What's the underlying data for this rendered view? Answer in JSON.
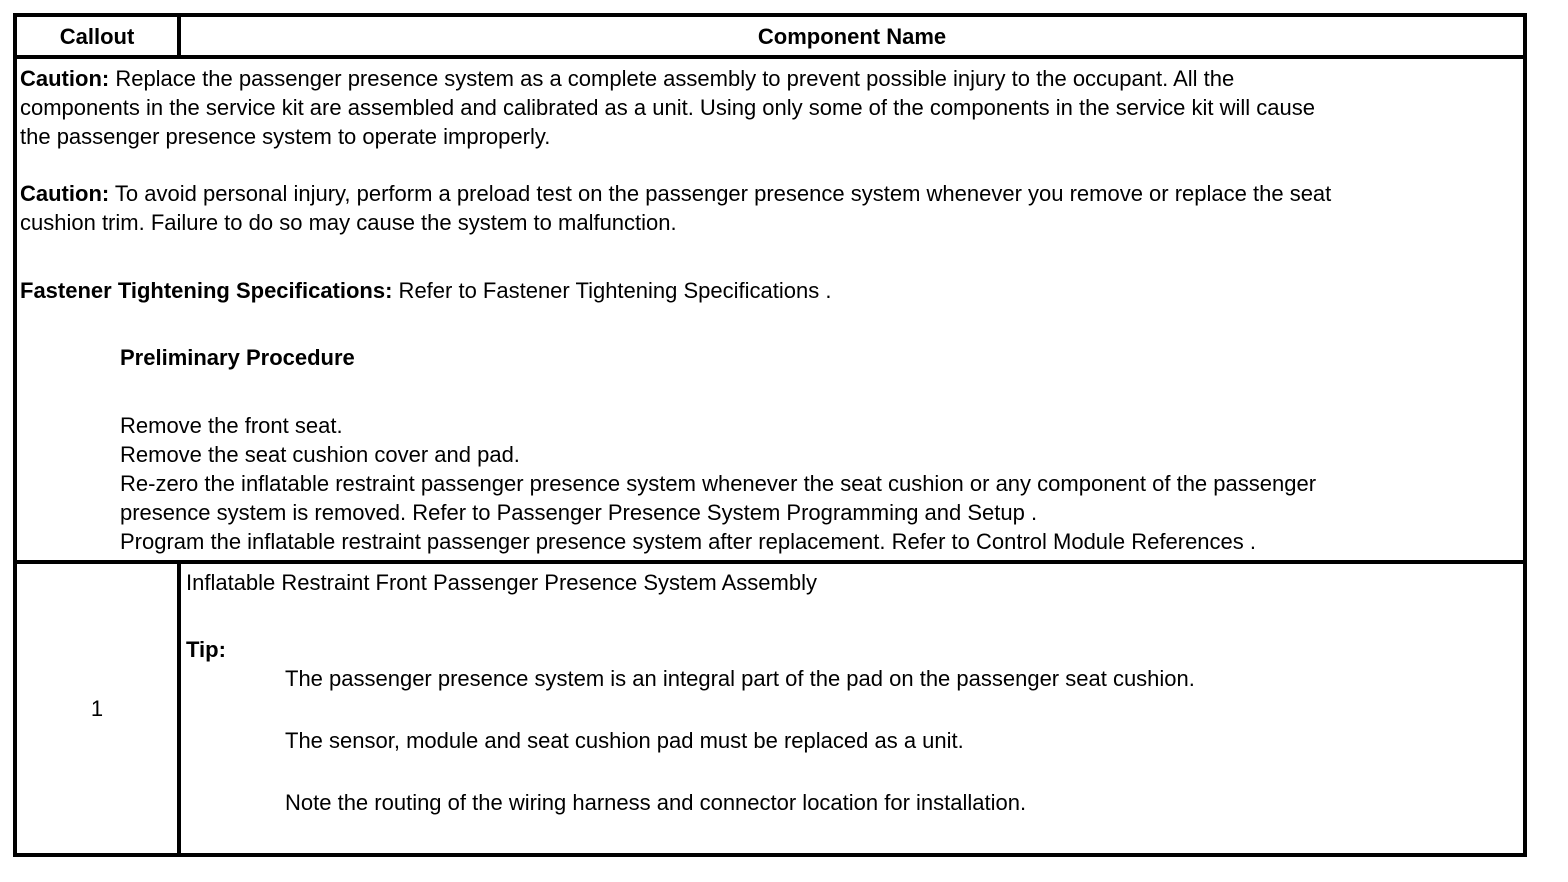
{
  "table": {
    "headers": {
      "callout": "Callout",
      "component_name": "Component Name"
    },
    "general_notes": {
      "caution1_label": "Caution:",
      "caution1_lines": [
        " Replace the passenger presence system as a complete assembly to prevent possible injury to the occupant. All the",
        "components in the service kit are assembled and calibrated as a unit. Using only some of the components in the service kit will cause",
        "the passenger presence system to operate improperly."
      ],
      "caution2_label": "Caution:",
      "caution2_lines": [
        " To avoid personal injury, perform a preload test on the passenger presence system whenever you remove or replace the seat",
        "cushion trim. Failure to do so may cause the system to malfunction."
      ],
      "fastener_label": "Fastener Tightening Specifications:",
      "fastener_text": " Refer to Fastener Tightening Specifications .",
      "preliminary_heading": "Preliminary Procedure",
      "preliminary_steps": [
        "Remove the front seat.",
        "Remove the seat cushion cover and pad.",
        "Re-zero the inflatable restraint passenger presence system whenever the seat cushion or any component of the passenger",
        "presence system is removed. Refer to Passenger Presence System Programming and Setup .",
        "Program the inflatable restraint passenger presence system after replacement. Refer to Control Module References ."
      ]
    },
    "rows": [
      {
        "callout": "1",
        "component": "Inflatable Restraint Front Passenger Presence System Assembly",
        "tip_label": "Tip:",
        "tips": [
          "The passenger presence system is an integral part of the pad on the passenger seat cushion.",
          "The sensor, module and seat cushion pad must be replaced as a unit.",
          "Note the routing of the wiring harness and connector location for installation."
        ]
      }
    ]
  }
}
